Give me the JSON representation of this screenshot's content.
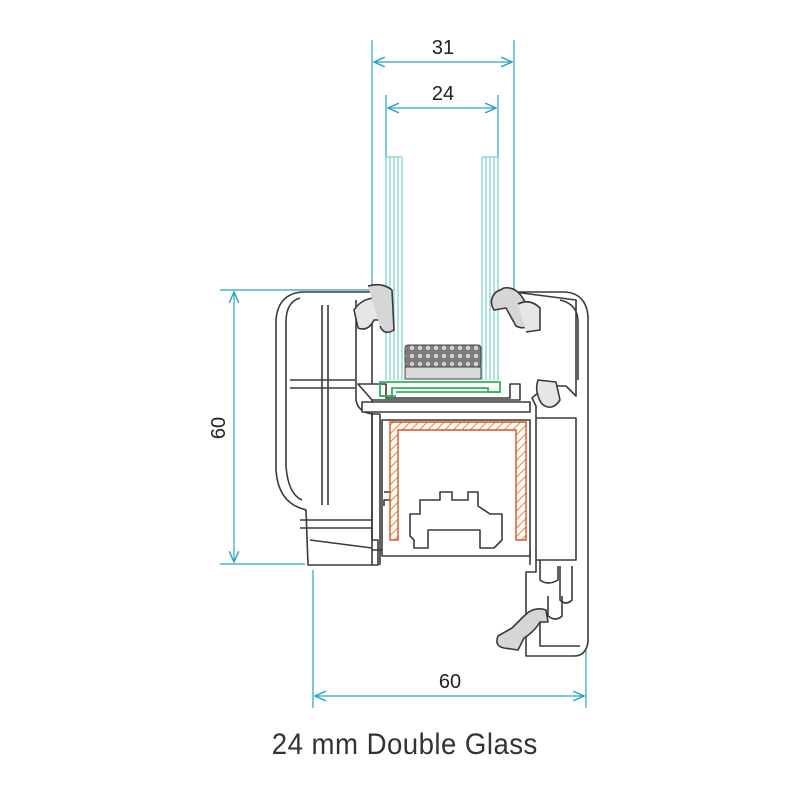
{
  "dimensions": {
    "top_outer": "31",
    "top_inner": "24",
    "left_height": "60",
    "bottom_width": "60"
  },
  "caption": "24 mm Double Glass",
  "colors": {
    "dimension_line": "#29a3c8",
    "glass": "#7fd3cf",
    "profile_stroke": "#3a3a3a",
    "profile_fill": "#ffffff",
    "steel_reinforcement": "#f08a3c",
    "glazing_bead_clip": "#2db35b",
    "spacer_fill": "#9a9a9a"
  }
}
